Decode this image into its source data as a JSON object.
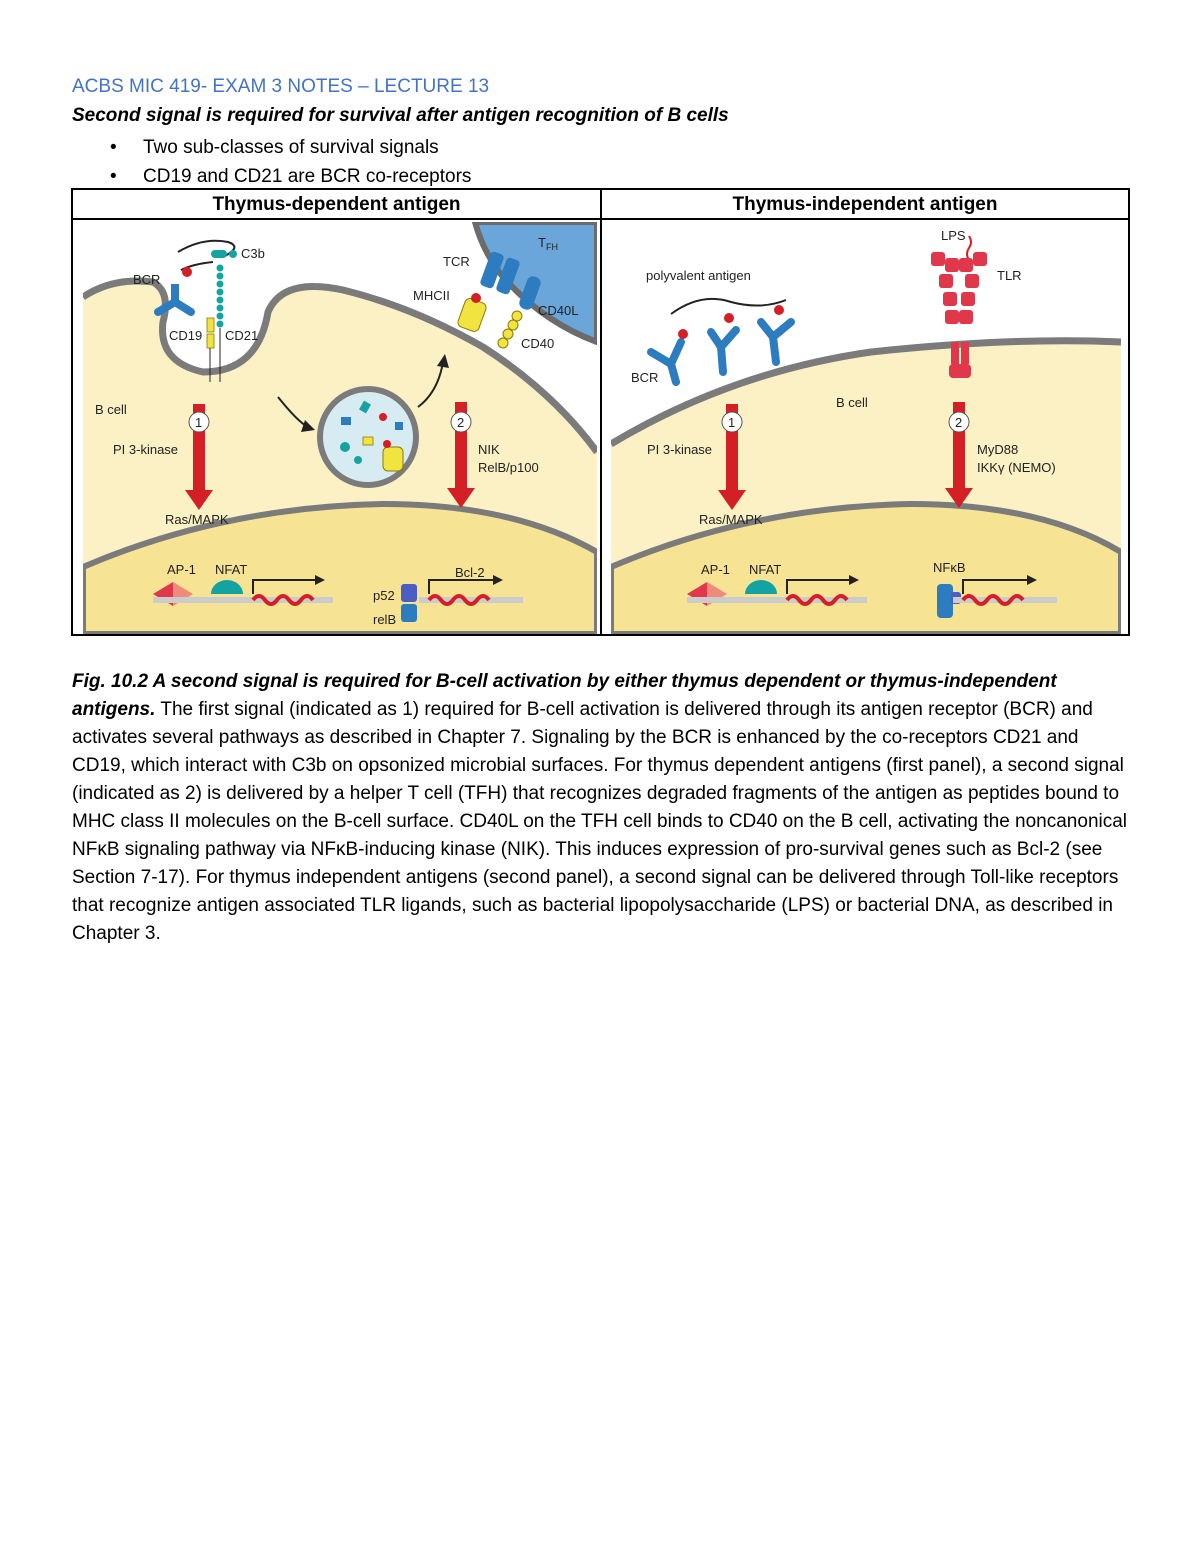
{
  "header": {
    "title": "ACBS MIC 419- EXAM 3 NOTES – LECTURE 13",
    "subtitle": "Second signal is required for survival after antigen recognition of B cells"
  },
  "bullets": [
    "Two sub-classes of survival signals",
    "CD19 and CD21 are BCR co-receptors"
  ],
  "table": {
    "col1_header": "Thymus-dependent antigen",
    "col2_header": "Thymus-independent antigen"
  },
  "panel1": {
    "tfh": "T",
    "tfh_sub": "FH",
    "c3b": "C3b",
    "bcr": "BCR",
    "tcr": "TCR",
    "mhcii": "MHCII",
    "cd40l": "CD40L",
    "cd40": "CD40",
    "cd19": "CD19",
    "cd21": "CD21",
    "b_cell": "B cell",
    "signal1": "1",
    "signal2": "2",
    "pi3k": "PI 3-kinase",
    "nik": "NIK",
    "relb_p100": "RelB/p100",
    "ras_mapk": "Ras/MAPK",
    "ap1": "AP-1",
    "nfat": "NFAT",
    "bcl2": "Bcl-2",
    "p52": "p52",
    "relb": "relB"
  },
  "panel2": {
    "lps": "LPS",
    "polyvalent_antigen": "polyvalent antigen",
    "tlr": "TLR",
    "bcr": "BCR",
    "b_cell": "B cell",
    "signal1": "1",
    "signal2": "2",
    "pi3k": "PI 3-kinase",
    "myd88": "MyD88",
    "ikk": "IKKγ (NEMO)",
    "ras_mapk": "Ras/MAPK",
    "ap1": "AP-1",
    "nfat": "NFAT",
    "nfkb": "NFκB"
  },
  "caption": {
    "lead": "Fig. 10.2 A second signal is required for B-cell activation by either thymus dependent or thymus-independent antigens.",
    "body": " The first signal (indicated as 1) required for B-cell activation is delivered through its antigen receptor (BCR) and activates several pathways as described in Chapter 7. Signaling by the BCR is enhanced by the co-receptors CD21 and CD19, which interact with C3b on opsonized microbial surfaces. For thymus dependent antigens (first panel), a second signal (indicated as 2) is delivered by a helper T cell (TFH) that recognizes degraded fragments of the antigen as peptides bound to MHC class II molecules on the B-cell surface. CD40L on the TFH cell binds to CD40 on the B cell, activating the noncanonical NFκB signaling pathway via NFκB-inducing kinase (NIK). This induces expression of pro-survival genes such as Bcl-2 (see Section 7-17). For thymus independent antigens (second panel), a second signal can be delivered through Toll-like receptors that recognize antigen associated TLR ligands, such as bacterial lipopolysaccharide (LPS) or bacterial DNA, as described in Chapter 3."
  },
  "colors": {
    "title_blue": "#4472C4",
    "cytoplasm": "#FBF1C5",
    "nucleus": "#F7E394",
    "membrane": "#7B7B7B",
    "tfh_cell": "#6AA6DA",
    "receptor_blue": "#2E7CC0",
    "arrow_red": "#D41F26",
    "tlr_red": "#E0384A",
    "nfat_teal": "#14A3A0",
    "mhc_yellow": "#F2E440",
    "dna_red": "#D41F26"
  }
}
